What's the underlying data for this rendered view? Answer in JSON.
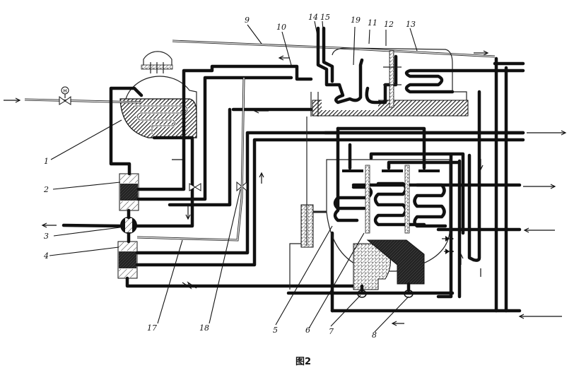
{
  "figure": {
    "caption": "图2",
    "type": "refrigeration / absorption system schematic (patent drawing)"
  },
  "labels": [
    {
      "id": "1",
      "text": "1"
    },
    {
      "id": "2",
      "text": "2"
    },
    {
      "id": "3",
      "text": "3"
    },
    {
      "id": "4",
      "text": "4"
    },
    {
      "id": "5",
      "text": "5"
    },
    {
      "id": "6",
      "text": "6"
    },
    {
      "id": "7",
      "text": "7"
    },
    {
      "id": "8",
      "text": "8"
    },
    {
      "id": "9",
      "text": "9"
    },
    {
      "id": "10",
      "text": "10"
    },
    {
      "id": "11",
      "text": "11"
    },
    {
      "id": "12",
      "text": "12"
    },
    {
      "id": "13",
      "text": "13"
    },
    {
      "id": "14",
      "text": "14"
    },
    {
      "id": "15",
      "text": "15"
    },
    {
      "id": "17",
      "text": "17"
    },
    {
      "id": "18",
      "text": "18"
    },
    {
      "id": "19",
      "text": "19"
    }
  ],
  "symbols": {
    "inlet_valve_marker": "H"
  }
}
